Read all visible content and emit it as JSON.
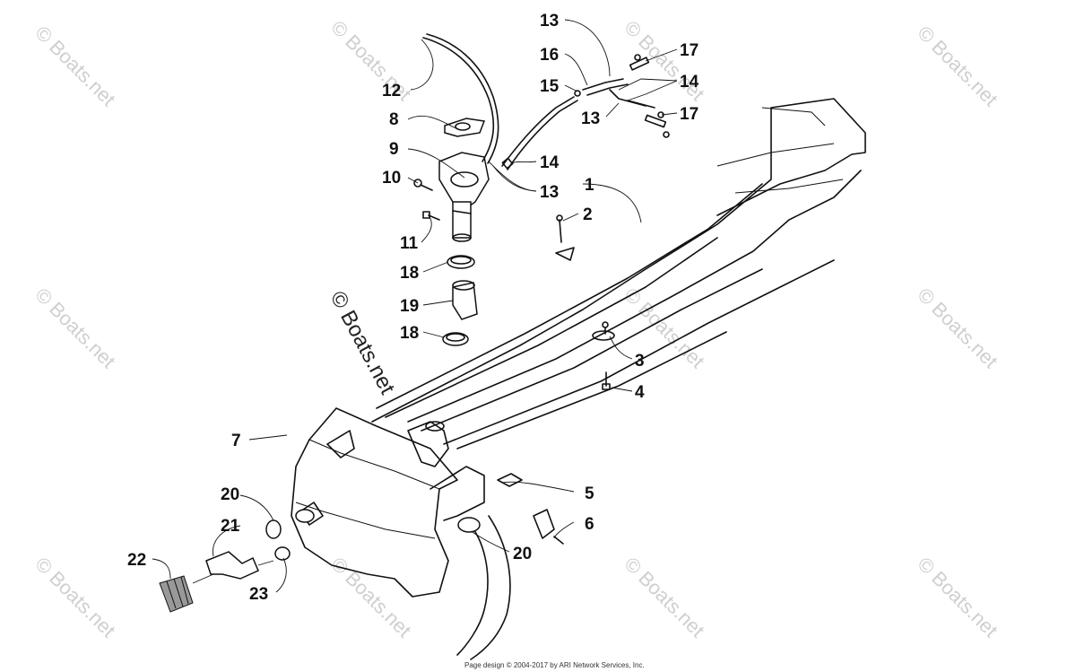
{
  "watermark": "© Boats.net",
  "footer": "Page design © 2004-2017 by ARI Network Services, Inc.",
  "callouts": [
    {
      "id": "1",
      "label": "1"
    },
    {
      "id": "2",
      "label": "2"
    },
    {
      "id": "3",
      "label": "3"
    },
    {
      "id": "4",
      "label": "4"
    },
    {
      "id": "5",
      "label": "5"
    },
    {
      "id": "6",
      "label": "6"
    },
    {
      "id": "7",
      "label": "7"
    },
    {
      "id": "8",
      "label": "8"
    },
    {
      "id": "9",
      "label": "9"
    },
    {
      "id": "10",
      "label": "10"
    },
    {
      "id": "11",
      "label": "11"
    },
    {
      "id": "12",
      "label": "12"
    },
    {
      "id": "13a",
      "label": "13"
    },
    {
      "id": "13b",
      "label": "13"
    },
    {
      "id": "13c",
      "label": "13"
    },
    {
      "id": "14a",
      "label": "14"
    },
    {
      "id": "14b",
      "label": "14"
    },
    {
      "id": "15",
      "label": "15"
    },
    {
      "id": "16",
      "label": "16"
    },
    {
      "id": "17a",
      "label": "17"
    },
    {
      "id": "17b",
      "label": "17"
    },
    {
      "id": "18a",
      "label": "18"
    },
    {
      "id": "18b",
      "label": "18"
    },
    {
      "id": "19",
      "label": "19"
    },
    {
      "id": "20a",
      "label": "20"
    },
    {
      "id": "20b",
      "label": "20"
    },
    {
      "id": "21",
      "label": "21"
    },
    {
      "id": "22",
      "label": "22"
    },
    {
      "id": "23",
      "label": "23"
    }
  ]
}
